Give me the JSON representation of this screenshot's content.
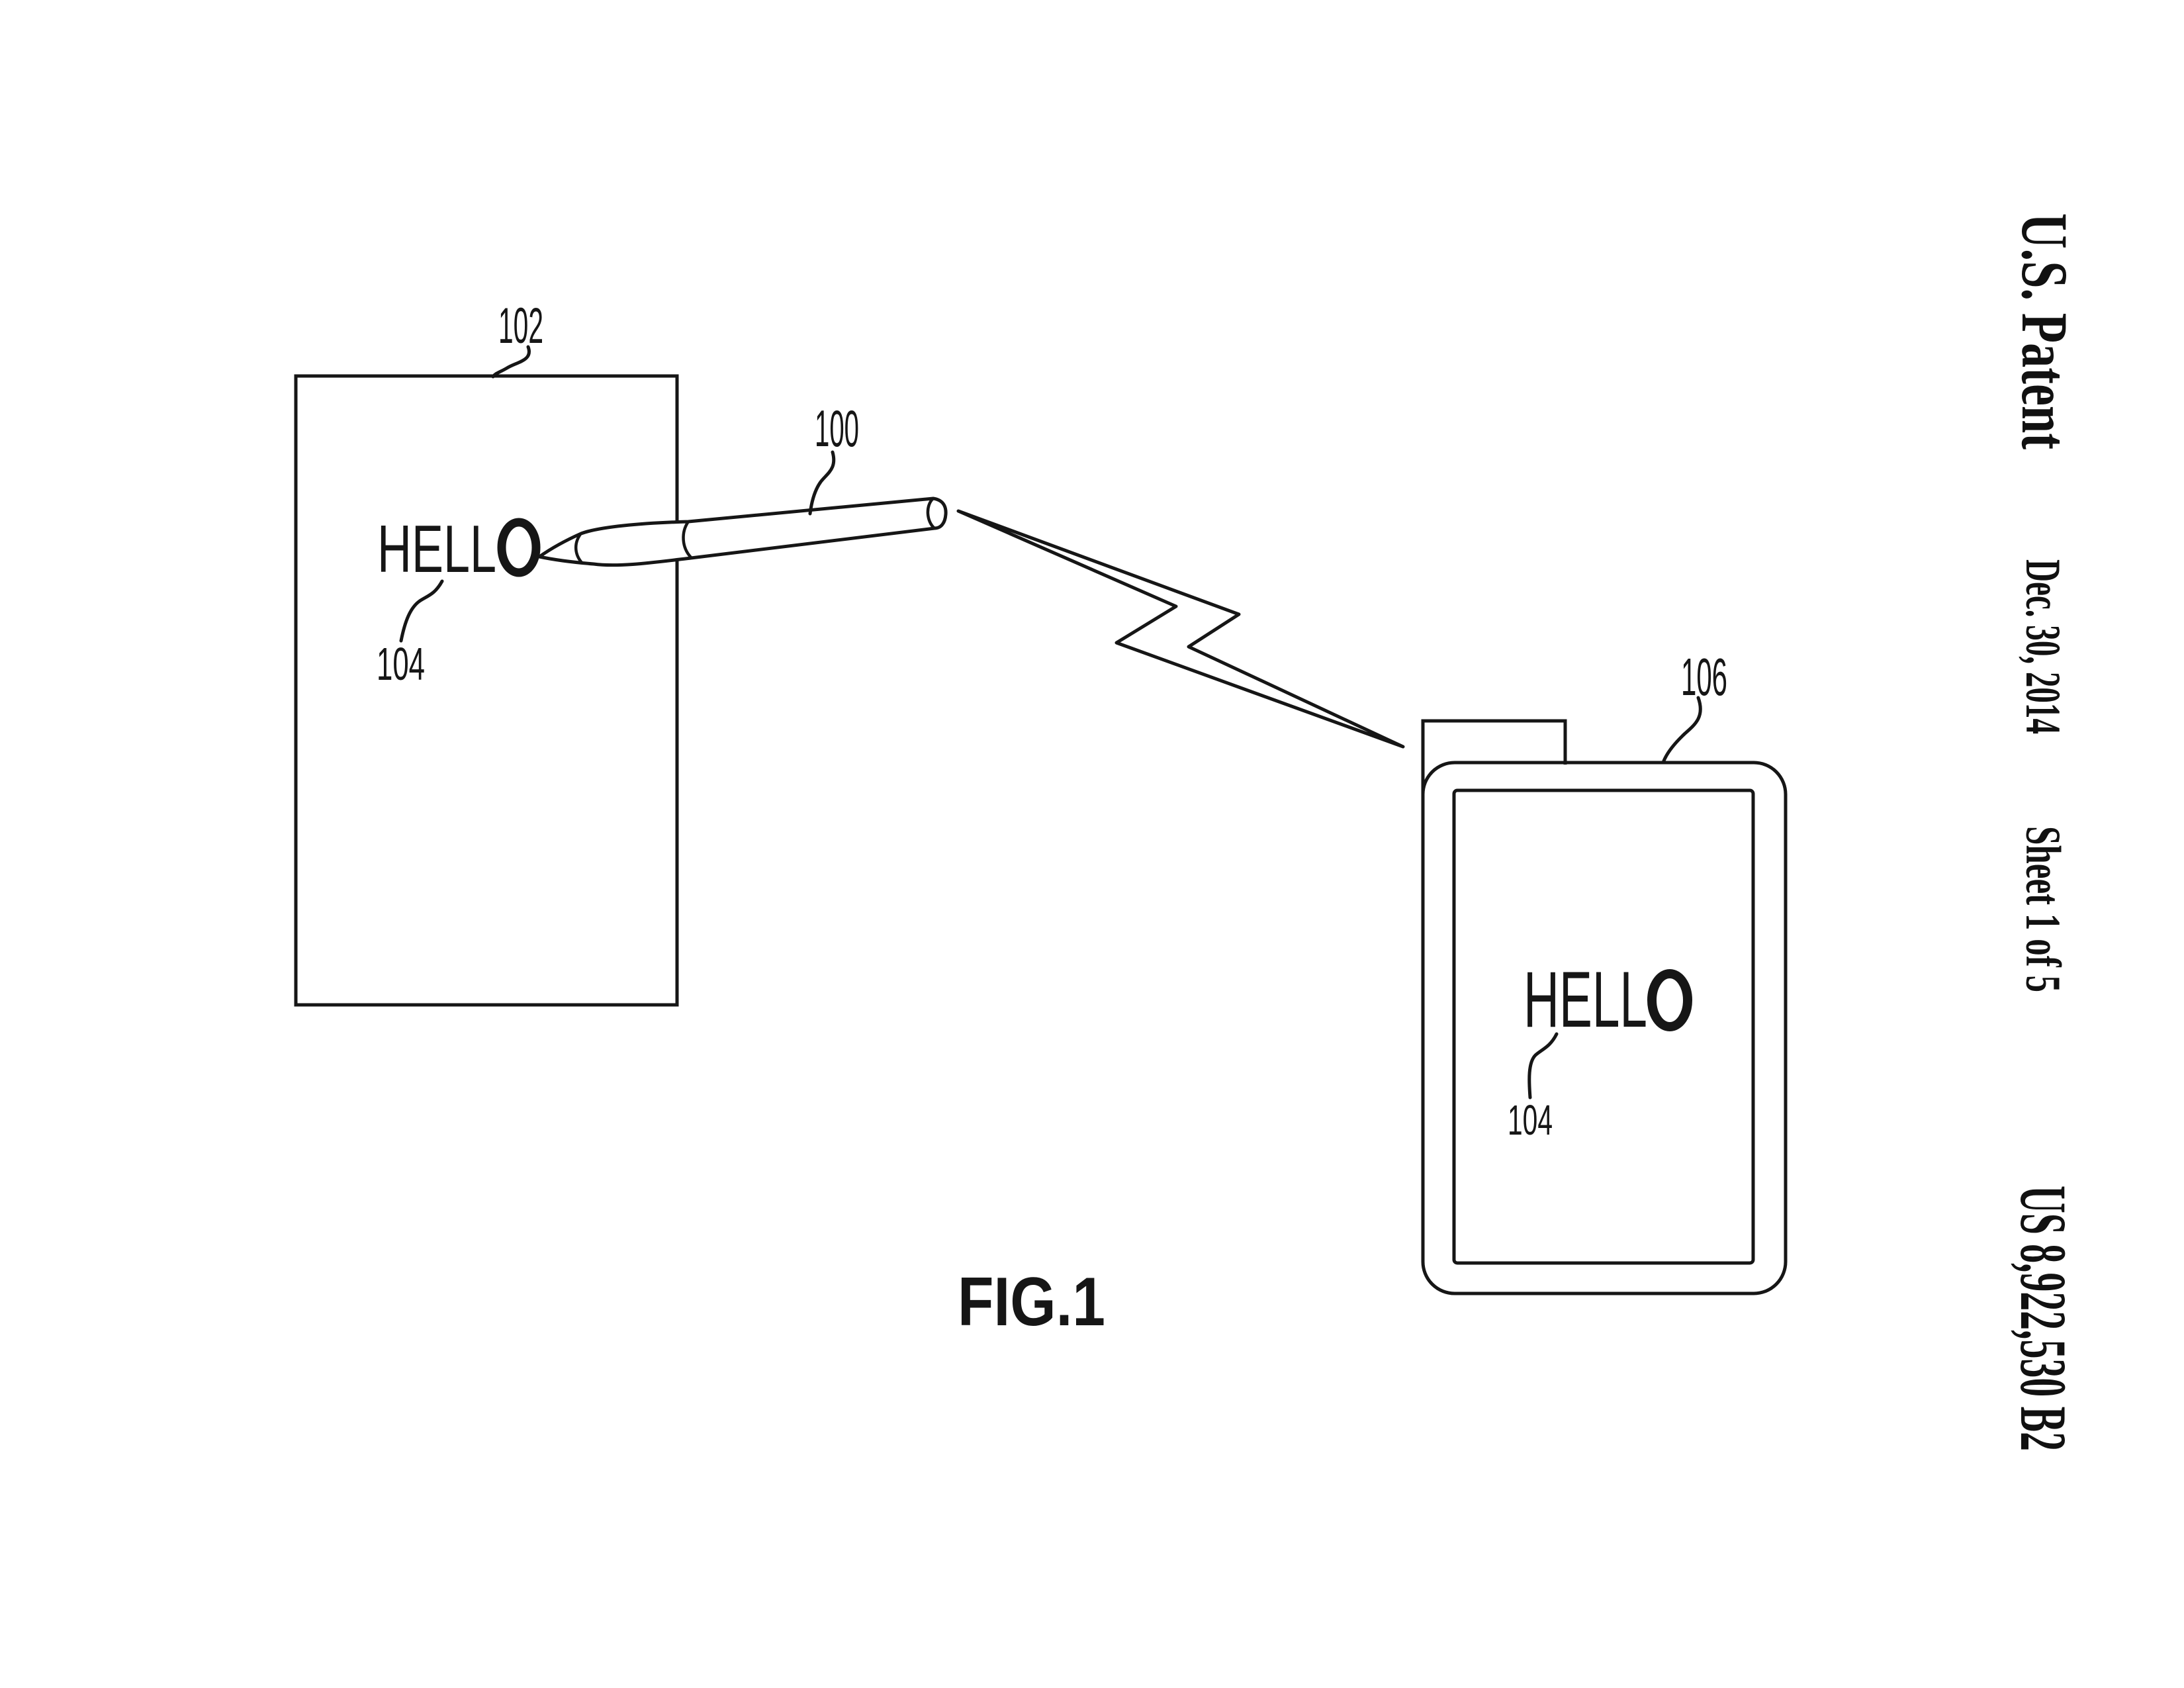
{
  "header": {
    "title": "U.S. Patent",
    "date": "Dec. 30, 2014",
    "sheet": "Sheet 1 of 5",
    "patent_number": "US 8,922,530 B2"
  },
  "figure": {
    "caption": "FIG.1",
    "stylus_label": "100",
    "paper_label": "102",
    "paper_text_label": "104",
    "device_label": "106",
    "device_text_label": "104",
    "paper_written_prefix": "HELL",
    "paper_written_last": "O",
    "device_written_prefix": "HELL",
    "device_written_last": "O"
  },
  "colors": {
    "ink": "#161616",
    "background": "#ffffff"
  }
}
